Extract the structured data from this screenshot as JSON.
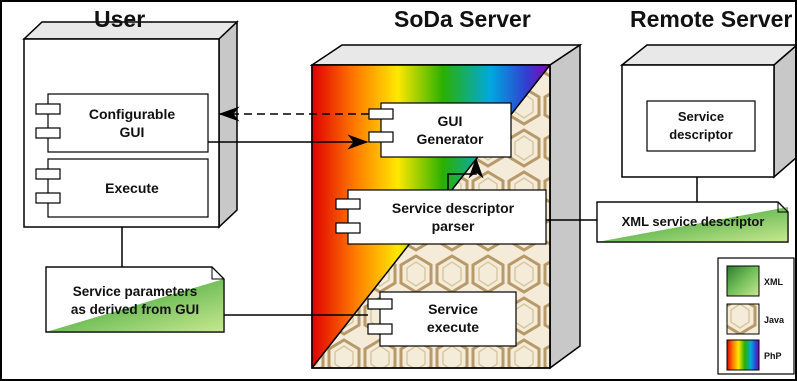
{
  "nodes": {
    "user": "User",
    "soda": "SoDa Server",
    "remote": "Remote Server"
  },
  "components": {
    "configurable_gui_line1": "Configurable",
    "configurable_gui_line2": "GUI",
    "execute": "Execute",
    "gui_generator_line1": "GUI",
    "gui_generator_line2": "Generator",
    "parser_line1": "Service descriptor",
    "parser_line2": "parser",
    "service_execute_line1": "Service",
    "service_execute_line2": "execute",
    "service_descriptor_line1": "Service",
    "service_descriptor_line2": "descriptor"
  },
  "artifacts": {
    "service_params_line1": "Service parameters",
    "service_params_line2": "as derived from GUI",
    "xml_descriptor": "XML service descriptor"
  },
  "legend": {
    "items": [
      {
        "label": "XML",
        "fill": "#4a9a3c"
      },
      {
        "label": "Java",
        "fill": "#e8dcc4"
      },
      {
        "label": "PhP",
        "fill": "#7a3cb0"
      }
    ]
  },
  "colors": {
    "node_side": "#c8c8c8",
    "xml_green": "#4fa245",
    "hex_stroke": "#b89a6a"
  }
}
